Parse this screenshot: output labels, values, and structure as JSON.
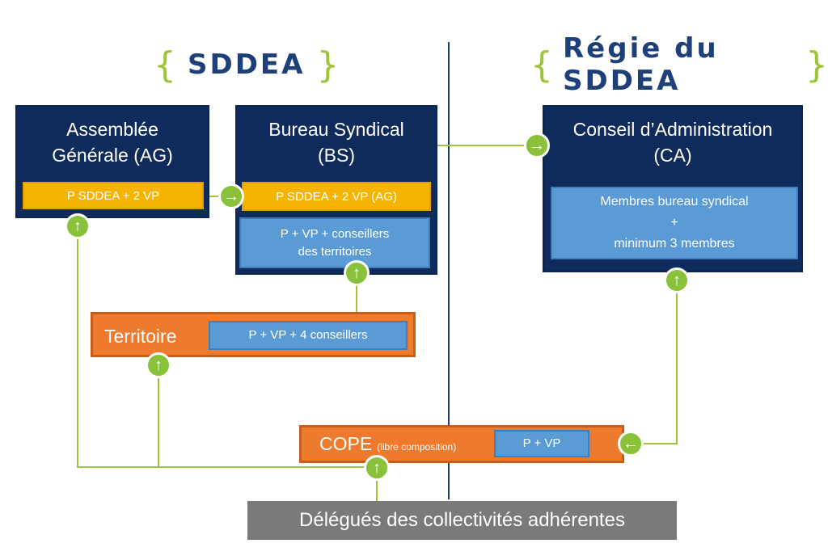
{
  "headings": {
    "left": "SDDEA",
    "right": "Régie du SDDEA",
    "brace_open": "{",
    "brace_close": "}"
  },
  "ag": {
    "title_line1": "Assemblée",
    "title_line2": "Générale (AG)",
    "sub": "P SDDEA + 2 VP"
  },
  "bs": {
    "title_line1": "Bureau Syndical",
    "title_line2": "(BS)",
    "sub1": "P SDDEA + 2 VP (AG)",
    "sub2_line1": "P + VP + conseillers",
    "sub2_line2": "des territoires"
  },
  "ca": {
    "title_line1": "Conseil d’Administration",
    "title_line2": "(CA)",
    "sub_line1": "Membres bureau syndical",
    "sub_line2": "+",
    "sub_line3": "minimum 3 membres"
  },
  "territoire": {
    "label": "Territoire",
    "sub": "P + VP + 4 conseillers"
  },
  "cope": {
    "label": "COPE",
    "note": "(libre composition)",
    "sub": "P + VP"
  },
  "delegues": {
    "label": "Délégués des collectivités adhérentes"
  },
  "colors": {
    "navy": "#0f2b5b",
    "gold": "#f5b400",
    "blue": "#5b9bd5",
    "orange": "#ee7a2e",
    "green": "#8ac13a",
    "gray": "#7a7a7a",
    "title_blue": "#1d3f7a"
  },
  "icons": {
    "up": "arrow-up-circle-icon",
    "right": "arrow-right-circle-icon",
    "left": "arrow-left-circle-icon"
  }
}
